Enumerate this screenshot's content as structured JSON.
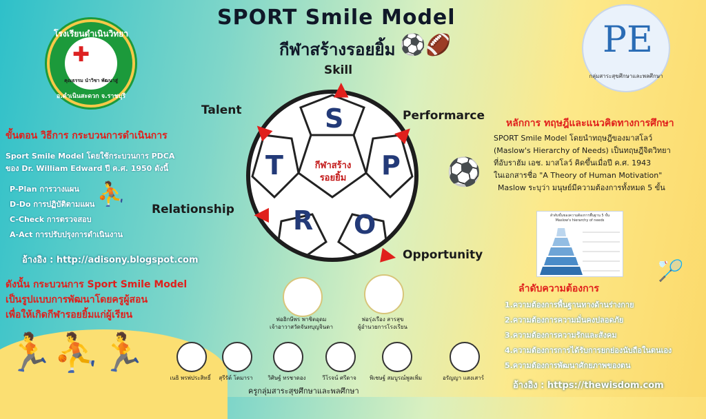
{
  "header": {
    "title": "SPORT Smile Model",
    "subtitle": "กีฬาสร้างรอยยิ้ม"
  },
  "school_logo": {
    "top_text": "โรงเรียนดำเนินวิทยา",
    "motto": "คุณธรรม นำวิชา พัฒนาสู่",
    "bottom_text": "อ.ดำเนินสะดวก จ.ราชบุรี"
  },
  "pe_logo": {
    "mark": "PE",
    "caption": "กลุ่มสาระสุขศึกษาและพลศึกษา"
  },
  "ball": {
    "letters": [
      "S",
      "T",
      "P",
      "R",
      "O"
    ],
    "center_text_1": "กีฬาสร้าง",
    "center_text_2": "รอยยิ้ม"
  },
  "nodes": {
    "skill": "Skill",
    "talent": "Talent",
    "performance": "Performarce",
    "relationship": "Relationship",
    "opportunity": "Opportunity"
  },
  "left_section": {
    "title": "ขั้นตอน วิธีการ กระบวนการดำเนินการ",
    "intro_1": "Sport Smile Model โดยใช้กระบวนการ PDCA",
    "intro_2": "ของ Dr. William Edward ปี ค.ศ. 1950 ดังนี้",
    "steps": [
      "P-Plan การวางแผน",
      "D-Do การปฏิบัติตามแผน",
      "C-Check การตรวจสอบ",
      "A-Act การปรับปรุงการดำเนินงาน"
    ],
    "ref": "อ้างอิง : http://adisony.blogspot.com",
    "conclusion_1": "ดังนั้น กระบวนการ Sport Smile Model",
    "conclusion_2": "เป็นรูปแบบการพัฒนาโดยครูผู้สอน",
    "conclusion_3": "เพื่อให้เกิดกีฬารอยยิ้มแก่ผู้เรียน"
  },
  "right_section": {
    "title": "หลักการ ทฤษฎีและแนวคิดทางการศึกษา",
    "lines": [
      "SPORT Smile Model โดยนำทฤษฎีของมาสโลว์",
      "(Maslow's Hierarchy of Needs) เป็นทฤษฎีจิตวิทยา",
      "ที่อับราฮัม เอช. มาสโลว์ คิดขึ้นเมื่อปี ค.ศ. 1943",
      "ในเอกสารชื่อ \"A Theory of Human Motivation\"",
      "Maslow ระบุว่า มนุษย์มีความต้องการทั้งหมด 5 ขั้น"
    ],
    "needs_title": "ลำดับความต้องการ",
    "needs": [
      "1.ความต้องการพื้นฐานทางด้านร่างกาย",
      "2.ความต้องการความมั่นคงปลอดภัย",
      "3.ความต้องการความรักและสังคม",
      "4.ความต้องการการได้รับการยกย่องนับถือในตนเอง",
      "5.ความต้องการพัฒนาศักยภาพของตน"
    ],
    "ref": "อ้างอิง : https://thewisdom.com"
  },
  "pyramid": {
    "title": "ลำดับขั้นของความต้องการพื้นฐาน 5 ขั้น",
    "subtitle": "Maslow's hierarchy of needs"
  },
  "leaders": [
    {
      "name": "พ่อฮิกษีพร พาชิตอุดม",
      "role": "เจ้าอาวาสวัดจันทบุญจินดา"
    },
    {
      "name": "พ่อรุ่งเรือง สารสุข",
      "role": "ผู้อำนวยการโรงเรียน"
    }
  ],
  "teachers": [
    "เนธิ พรพ่ประสิทธิ์",
    "สุรีรัต์ โตมารา",
    "วิศิษฐ์ ทรชาดอง",
    "วีโรจน์ ศรีดาจ",
    "พิเชษฐ์ สมบูรณ์พูลเพิ่ม",
    "อรัญญา แสงเสาร์"
  ],
  "team_caption": "ครูกลุ่มสาระสุขศึกษาและพลศึกษา",
  "colors": {
    "accent_red": "#e0201c",
    "title_dark": "#101828",
    "ball_letters": "#233a78"
  }
}
